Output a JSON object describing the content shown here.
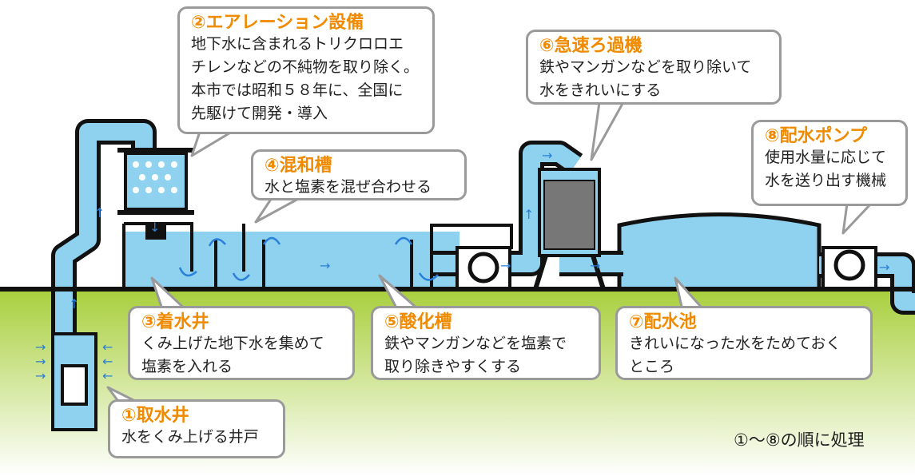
{
  "bubbles": [
    {
      "title": "②エアレーション設備",
      "body": "地下水に含まれるトリクロロエ\nチレンなどの不純物を取り除く。\n本市では昭和５８年に、全国に\n先駆けて開発・導入"
    },
    {
      "title": "④混和槽",
      "body": "水と塩素を混ぜ合わせる"
    },
    {
      "title": "⑥急速ろ過機",
      "body": "鉄やマンガンなどを取り除いて\n水をきれいにする"
    },
    {
      "title": "⑧配水ポンプ",
      "body": "使用水量に応じて\n水を送り出す機械"
    },
    {
      "title": "③着水井",
      "body": "くみ上げた地下水を集めて\n塩素を入れる"
    },
    {
      "title": "⑤酸化槽",
      "body": "鉄やマンガンなどを塩素で\n取り除きやすくする"
    },
    {
      "title": "⑦配水池",
      "body": "きれいになった水をためておく\nところ"
    },
    {
      "title": "①取水井",
      "body": "水をくみ上げる井戸"
    }
  ],
  "note": "①〜⑧の順に処理",
  "colors": {
    "water": "#8fd2f0",
    "ground": "#a8cf3c",
    "outline": "#111111",
    "title": "#f08a00",
    "arrow": "#2a7fd8",
    "filter": "#777777"
  }
}
